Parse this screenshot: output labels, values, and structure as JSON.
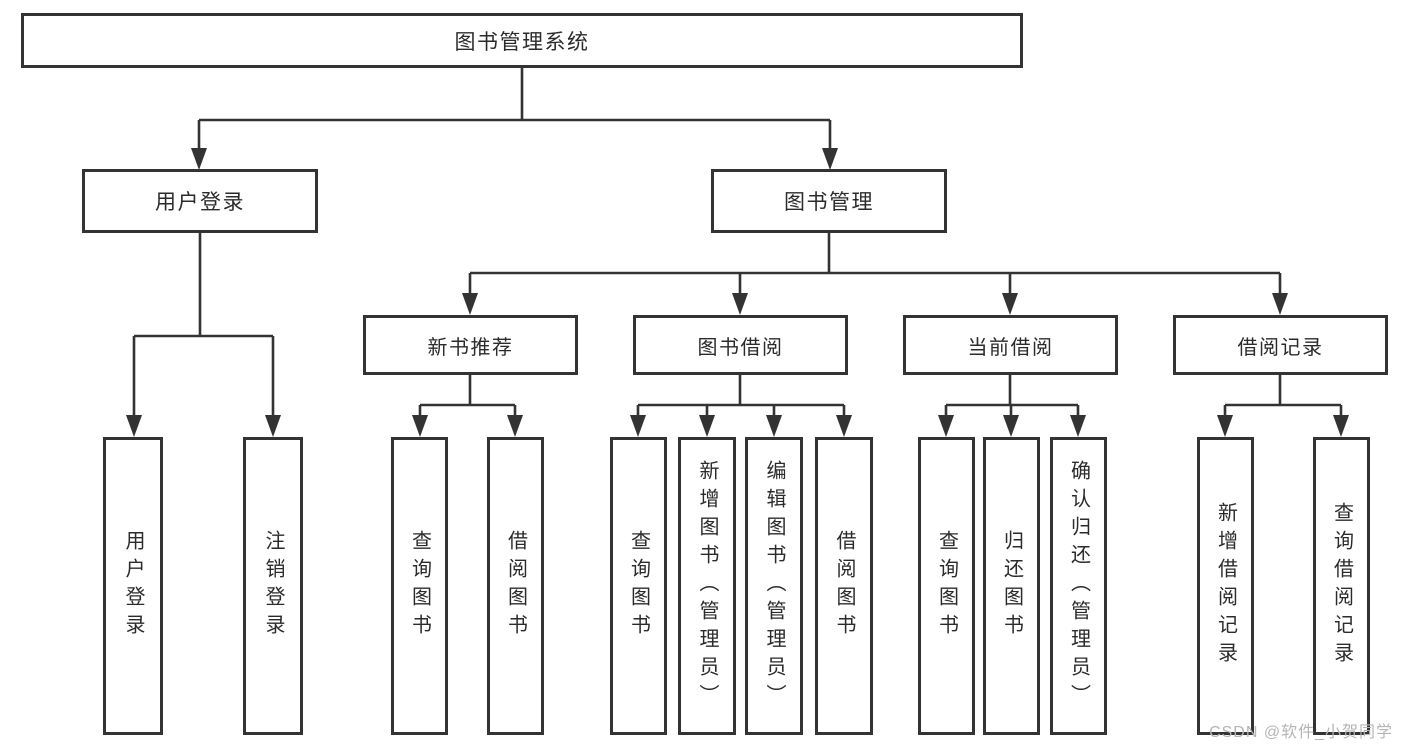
{
  "diagram_type": "hierarchy-tree",
  "watermark": "CSDN @软件_小贺同学",
  "colors": {
    "line": "#333333",
    "box_border": "#333333",
    "box_fill": "#ffffff",
    "text": "#2b2b2b",
    "watermark": "#b5b5b5",
    "background": "#ffffff"
  },
  "tree": {
    "label": "图书管理系统",
    "children": [
      {
        "label": "用户登录",
        "children": [
          {
            "label": "用户登录"
          },
          {
            "label": "注销登录"
          }
        ]
      },
      {
        "label": "图书管理",
        "children": [
          {
            "label": "新书推荐",
            "children": [
              {
                "label": "查询图书"
              },
              {
                "label": "借阅图书"
              }
            ]
          },
          {
            "label": "图书借阅",
            "children": [
              {
                "label": "查询图书"
              },
              {
                "label": "新增图书（管理员）"
              },
              {
                "label": "编辑图书（管理员）"
              },
              {
                "label": "借阅图书"
              }
            ]
          },
          {
            "label": "当前借阅",
            "children": [
              {
                "label": "查询图书"
              },
              {
                "label": "归还图书"
              },
              {
                "label": "确认归还（管理员）"
              }
            ]
          },
          {
            "label": "借阅记录",
            "children": [
              {
                "label": "新增借阅记录"
              },
              {
                "label": "查询借阅记录"
              }
            ]
          }
        ]
      }
    ]
  }
}
